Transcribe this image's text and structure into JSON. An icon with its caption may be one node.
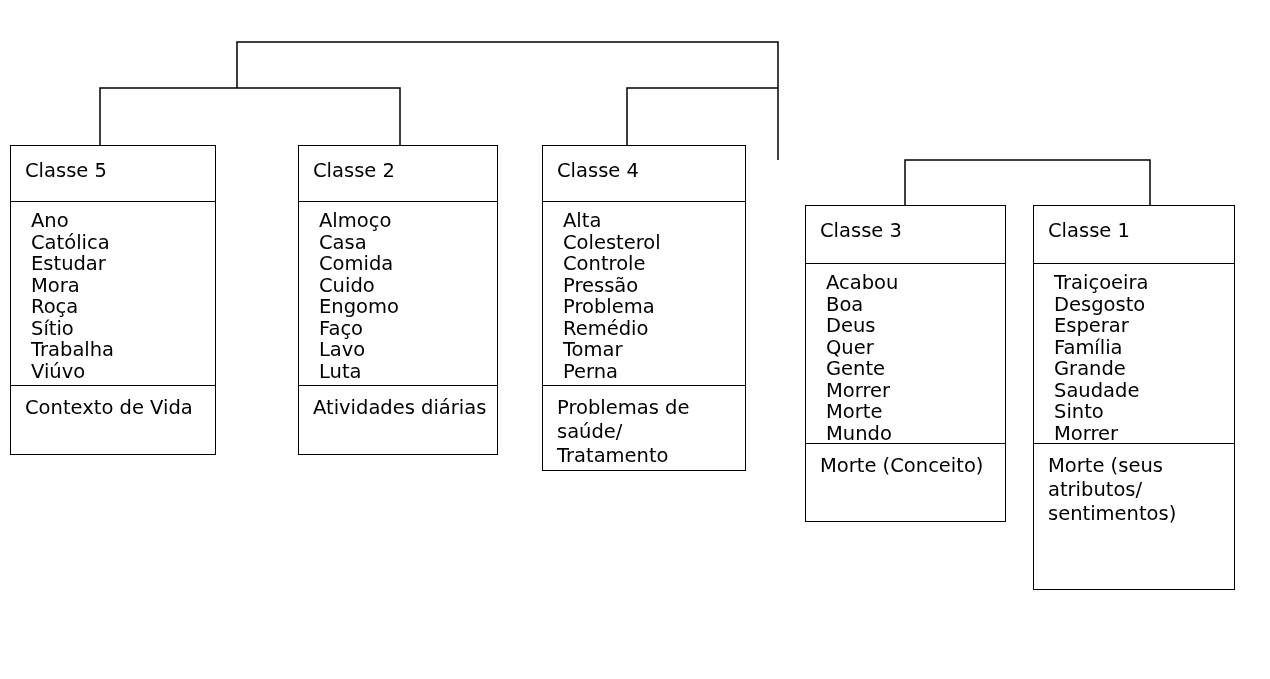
{
  "diagram": {
    "nodes": [
      {
        "text": [
          "Classe 5",
          "Ano",
          "Católica",
          "Estudar",
          "Mora",
          "Roça",
          "Sítio",
          "Trabalha",
          "Viúvo",
          "Contexto de Vida"
        ]
      },
      {
        "text": [
          "Classe 2",
          "Almoço",
          "Casa",
          "Comida",
          "Cuido",
          "Engomo",
          "Faço",
          "Lavo",
          "Luta",
          "Atividades diárias"
        ]
      },
      {
        "text": [
          "Classe 4",
          "Alta",
          "Colesterol",
          "Controle",
          "Pressão",
          "Problema",
          "Remédio",
          "Tomar",
          "Perna",
          "Problemas de saúde/ Tratamento"
        ]
      },
      {
        "text": [
          "Classe 3",
          "Acabou",
          "Boa",
          "Deus",
          "Quer",
          "Gente",
          "Morrer",
          "Morte",
          "Mundo",
          "Morte (Conceito)"
        ]
      },
      {
        "text": [
          "Classe 1",
          "Traiçoeira",
          "Desgosto",
          "Esperar",
          "Família",
          "Grande",
          "Saudade",
          "Sinto",
          "Morrer",
          "Morte (seus atributos/ sentimentos)"
        ]
      }
    ]
  }
}
